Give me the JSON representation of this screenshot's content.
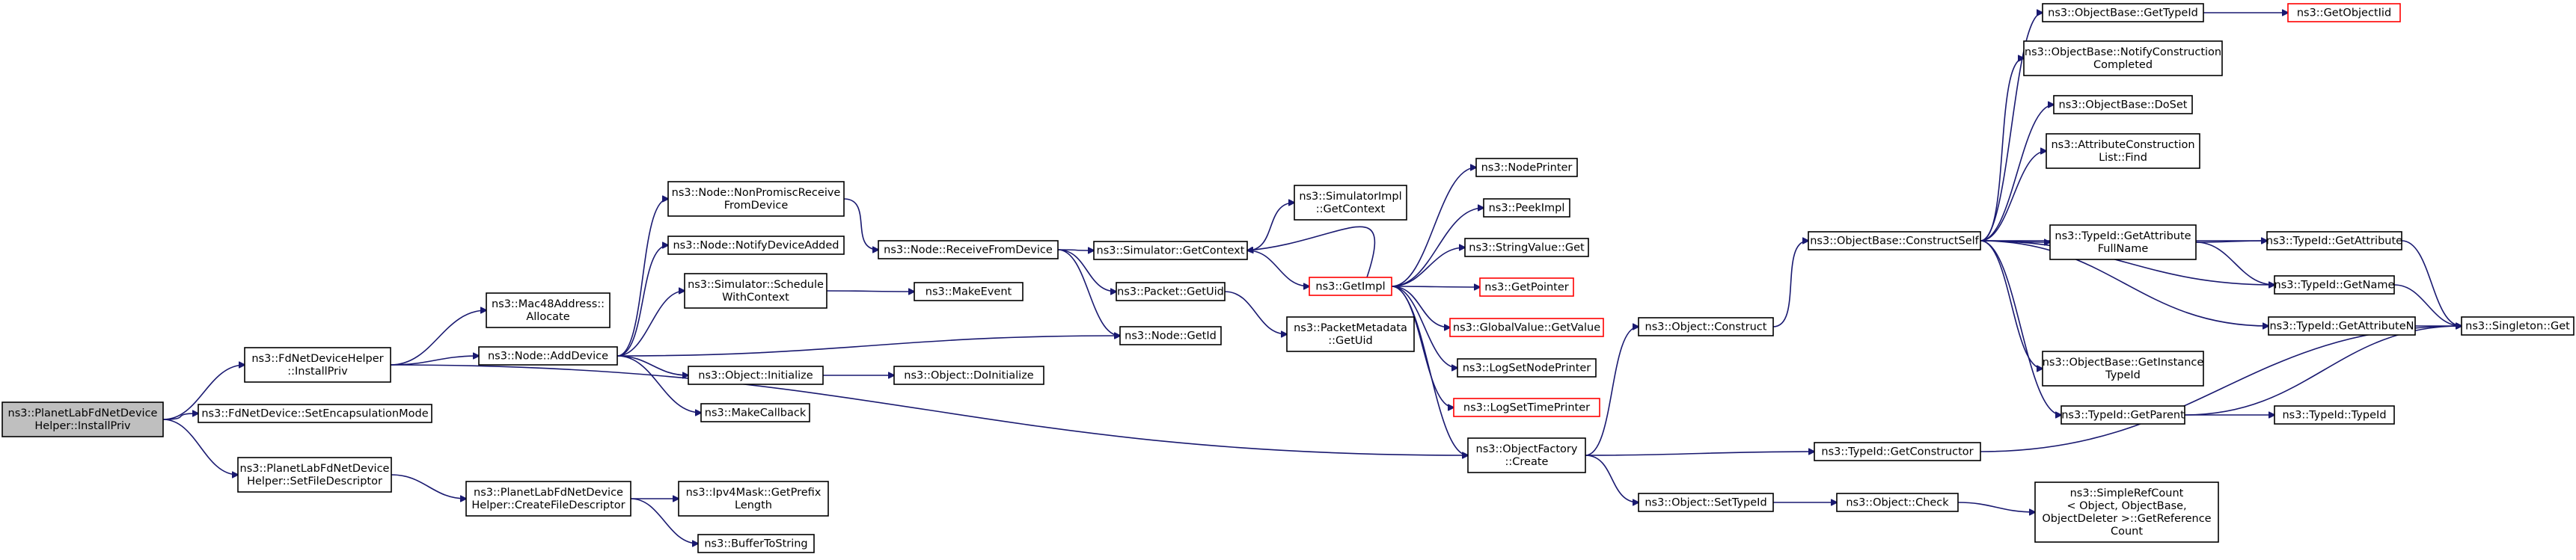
{
  "nodes": [
    {
      "id": "n0",
      "lines": [
        "ns3::PlanetLabFdNetDevice",
        "Helper::InstallPriv"
      ]
    },
    {
      "id": "n1",
      "lines": [
        "ns3::FdNetDeviceHelper",
        "::InstallPriv"
      ]
    },
    {
      "id": "n2",
      "lines": [
        "ns3::FdNetDevice::SetEncapsulationMode"
      ]
    },
    {
      "id": "n3",
      "lines": [
        "ns3::PlanetLabFdNetDevice",
        "Helper::SetFileDescriptor"
      ]
    },
    {
      "id": "n4",
      "lines": [
        "ns3::Mac48Address::",
        "Allocate"
      ]
    },
    {
      "id": "n5",
      "lines": [
        "ns3::Node::AddDevice"
      ]
    },
    {
      "id": "n6",
      "lines": [
        "ns3::PlanetLabFdNetDevice",
        "Helper::CreateFileDescriptor"
      ]
    },
    {
      "id": "n7",
      "lines": [
        "ns3::Node::NonPromiscReceive",
        "FromDevice"
      ]
    },
    {
      "id": "n8",
      "lines": [
        "ns3::Node::NotifyDeviceAdded"
      ]
    },
    {
      "id": "n9",
      "lines": [
        "ns3::Simulator::Schedule",
        "WithContext"
      ]
    },
    {
      "id": "n10",
      "lines": [
        "ns3::Object::Initialize"
      ]
    },
    {
      "id": "n11",
      "lines": [
        "ns3::MakeCallback"
      ]
    },
    {
      "id": "n12",
      "lines": [
        "ns3::Ipv4Mask::GetPrefix",
        "Length"
      ]
    },
    {
      "id": "n13",
      "lines": [
        "ns3::BufferToString"
      ]
    },
    {
      "id": "n14",
      "lines": [
        "ns3::Node::ReceiveFromDevice"
      ]
    },
    {
      "id": "n15",
      "lines": [
        "ns3::MakeEvent"
      ]
    },
    {
      "id": "n16",
      "lines": [
        "ns3::Object::DoInitialize"
      ]
    },
    {
      "id": "n17",
      "lines": [
        "ns3::Simulator::GetContext"
      ]
    },
    {
      "id": "n18",
      "lines": [
        "ns3::Packet::GetUid"
      ]
    },
    {
      "id": "n19",
      "lines": [
        "ns3::Node::GetId"
      ]
    },
    {
      "id": "n20",
      "lines": [
        "ns3::SimulatorImpl",
        "::GetContext"
      ]
    },
    {
      "id": "n21",
      "lines": [
        "ns3::GetImpl"
      ],
      "red": true
    },
    {
      "id": "n22",
      "lines": [
        "ns3::PacketMetadata",
        "::GetUid"
      ]
    },
    {
      "id": "n23",
      "lines": [
        "ns3::NodePrinter"
      ]
    },
    {
      "id": "n24",
      "lines": [
        "ns3::PeekImpl"
      ]
    },
    {
      "id": "n25",
      "lines": [
        "ns3::StringValue::Get"
      ]
    },
    {
      "id": "n26",
      "lines": [
        "ns3::GetPointer"
      ],
      "red": true
    },
    {
      "id": "n27",
      "lines": [
        "ns3::GlobalValue::GetValue"
      ],
      "red": true
    },
    {
      "id": "n28",
      "lines": [
        "ns3::LogSetNodePrinter"
      ]
    },
    {
      "id": "n29",
      "lines": [
        "ns3::LogSetTimePrinter"
      ],
      "red": true
    },
    {
      "id": "n30",
      "lines": [
        "ns3::ObjectFactory",
        "::Create"
      ]
    },
    {
      "id": "n31",
      "lines": [
        "ns3::Object::Construct"
      ]
    },
    {
      "id": "n32",
      "lines": [
        "ns3::Object::SetTypeId"
      ]
    },
    {
      "id": "n33",
      "lines": [
        "ns3::ObjectBase::ConstructSelf"
      ]
    },
    {
      "id": "n34",
      "lines": [
        "ns3::TypeId::GetConstructor"
      ]
    },
    {
      "id": "n35",
      "lines": [
        "ns3::Object::Check"
      ]
    },
    {
      "id": "n36",
      "lines": [
        "ns3::ObjectBase::GetTypeId"
      ]
    },
    {
      "id": "n37",
      "lines": [
        "ns3::ObjectBase::NotifyConstruction",
        "Completed"
      ]
    },
    {
      "id": "n38",
      "lines": [
        "ns3::ObjectBase::DoSet"
      ]
    },
    {
      "id": "n39",
      "lines": [
        "ns3::AttributeConstruction",
        "List::Find"
      ]
    },
    {
      "id": "n40",
      "lines": [
        "ns3::TypeId::GetAttribute",
        "FullName"
      ]
    },
    {
      "id": "n41",
      "lines": [
        "ns3::ObjectBase::GetInstance",
        "TypeId"
      ]
    },
    {
      "id": "n42",
      "lines": [
        "ns3::TypeId::GetParent"
      ]
    },
    {
      "id": "n43",
      "lines": [
        "ns3::SimpleRefCount",
        "< Object, ObjectBase,",
        " ObjectDeleter >::GetReference",
        "Count"
      ]
    },
    {
      "id": "n44",
      "lines": [
        "ns3::GetObjectIid"
      ],
      "red": true
    },
    {
      "id": "n45",
      "lines": [
        "ns3::TypeId::GetAttribute"
      ]
    },
    {
      "id": "n46",
      "lines": [
        "ns3::TypeId::GetName"
      ]
    },
    {
      "id": "n47",
      "lines": [
        "ns3::TypeId::GetAttributeN"
      ]
    },
    {
      "id": "n48",
      "lines": [
        "ns3::TypeId::TypeId"
      ]
    },
    {
      "id": "n49",
      "lines": [
        "ns3::Singleton::Get"
      ]
    }
  ],
  "edges": [
    [
      "n0",
      "n1"
    ],
    [
      "n0",
      "n2"
    ],
    [
      "n0",
      "n3"
    ],
    [
      "n1",
      "n4"
    ],
    [
      "n1",
      "n5"
    ],
    [
      "n1",
      "n30"
    ],
    [
      "n3",
      "n6"
    ],
    [
      "n5",
      "n7"
    ],
    [
      "n5",
      "n8"
    ],
    [
      "n5",
      "n9"
    ],
    [
      "n5",
      "n10"
    ],
    [
      "n5",
      "n11"
    ],
    [
      "n5",
      "n19"
    ],
    [
      "n6",
      "n12"
    ],
    [
      "n6",
      "n13"
    ],
    [
      "n7",
      "n14"
    ],
    [
      "n9",
      "n15"
    ],
    [
      "n10",
      "n16"
    ],
    [
      "n14",
      "n17"
    ],
    [
      "n14",
      "n18"
    ],
    [
      "n14",
      "n19"
    ],
    [
      "n17",
      "n20"
    ],
    [
      "n17",
      "n21"
    ],
    [
      "n18",
      "n22"
    ],
    [
      "n21",
      "n17"
    ],
    [
      "n21",
      "n23"
    ],
    [
      "n21",
      "n24"
    ],
    [
      "n21",
      "n25"
    ],
    [
      "n21",
      "n26"
    ],
    [
      "n21",
      "n27"
    ],
    [
      "n21",
      "n28"
    ],
    [
      "n21",
      "n29"
    ],
    [
      "n21",
      "n30"
    ],
    [
      "n30",
      "n31"
    ],
    [
      "n30",
      "n32"
    ],
    [
      "n30",
      "n34"
    ],
    [
      "n31",
      "n33"
    ],
    [
      "n32",
      "n35"
    ],
    [
      "n33",
      "n36"
    ],
    [
      "n33",
      "n37"
    ],
    [
      "n33",
      "n38"
    ],
    [
      "n33",
      "n39"
    ],
    [
      "n33",
      "n40"
    ],
    [
      "n33",
      "n41"
    ],
    [
      "n33",
      "n42"
    ],
    [
      "n33",
      "n45"
    ],
    [
      "n33",
      "n46"
    ],
    [
      "n33",
      "n47"
    ],
    [
      "n34",
      "n49"
    ],
    [
      "n35",
      "n43"
    ],
    [
      "n36",
      "n44"
    ],
    [
      "n40",
      "n45"
    ],
    [
      "n40",
      "n46"
    ],
    [
      "n42",
      "n48"
    ],
    [
      "n42",
      "n49"
    ],
    [
      "n45",
      "n49"
    ],
    [
      "n46",
      "n49"
    ],
    [
      "n47",
      "n49"
    ]
  ]
}
